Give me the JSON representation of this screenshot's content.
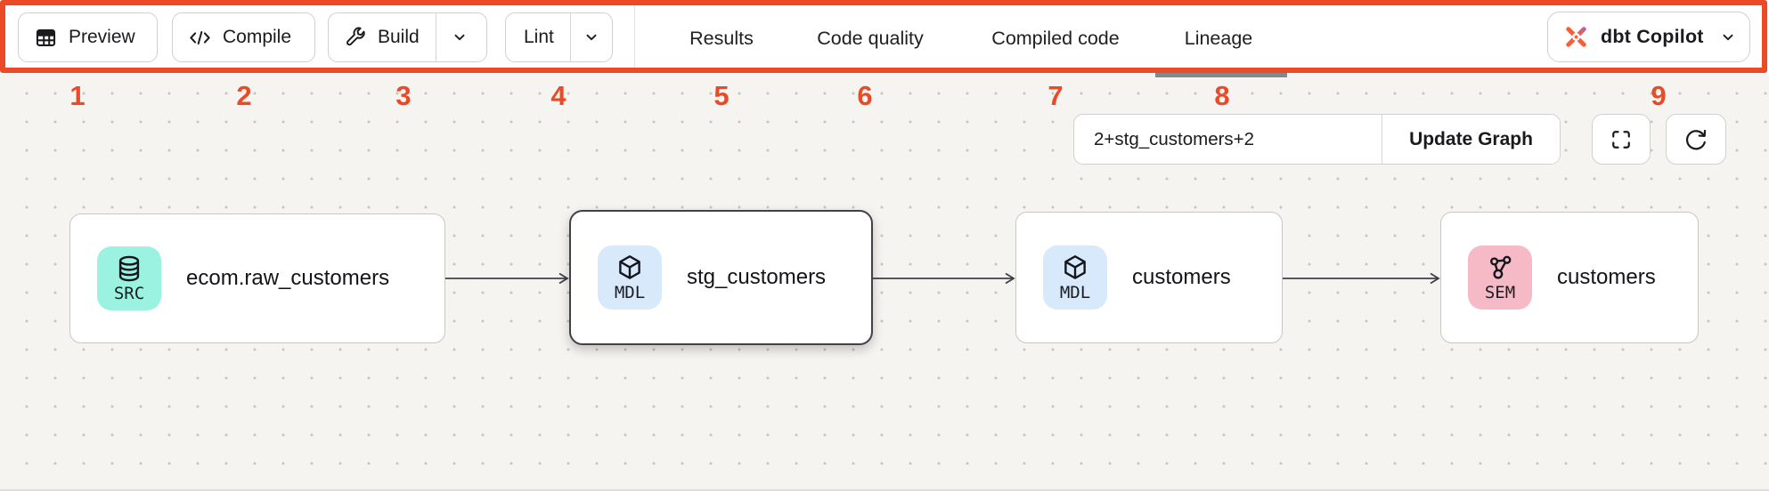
{
  "annotation": {
    "color": "#EA4B26",
    "numbers": [
      "1",
      "2",
      "3",
      "4",
      "5",
      "6",
      "7",
      "8",
      "9"
    ]
  },
  "toolbar": {
    "preview_label": "Preview",
    "compile_label": "Compile",
    "build_label": "Build",
    "lint_label": "Lint",
    "tabs": {
      "results": "Results",
      "code_quality": "Code quality",
      "compiled_code": "Compiled code",
      "lineage": "Lineage"
    },
    "active_tab": "Lineage",
    "copilot_label": "dbt Copilot"
  },
  "lineage": {
    "selector_value": "2+stg_customers+2",
    "update_button_label": "Update Graph",
    "nodes": [
      {
        "badge": "SRC",
        "title": "ecom.raw_customers",
        "badge_color": "#9CF2E0",
        "icon": "database-icon",
        "selected": false
      },
      {
        "badge": "MDL",
        "title": "stg_customers",
        "badge_color": "#D8E9FB",
        "icon": "cube-icon",
        "selected": true
      },
      {
        "badge": "MDL",
        "title": "customers",
        "badge_color": "#D8E9FB",
        "icon": "cube-icon",
        "selected": false
      },
      {
        "badge": "SEM",
        "title": "customers",
        "badge_color": "#F6BAC6",
        "icon": "semantic-icon",
        "selected": false
      }
    ]
  }
}
